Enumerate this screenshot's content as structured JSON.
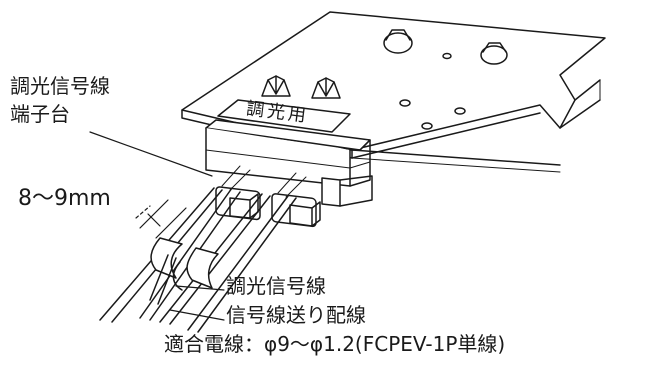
{
  "labels": {
    "terminal_line1": "調光信号線",
    "terminal_line2": "端子台",
    "strip_length": "8〜9mm",
    "plate_label": "調光用",
    "signal_wire": "調光信号線",
    "feed_wire": "信号線送り配線",
    "spec": "適合電線：φ9〜φ1.2(FCPEV-1P単線)"
  }
}
